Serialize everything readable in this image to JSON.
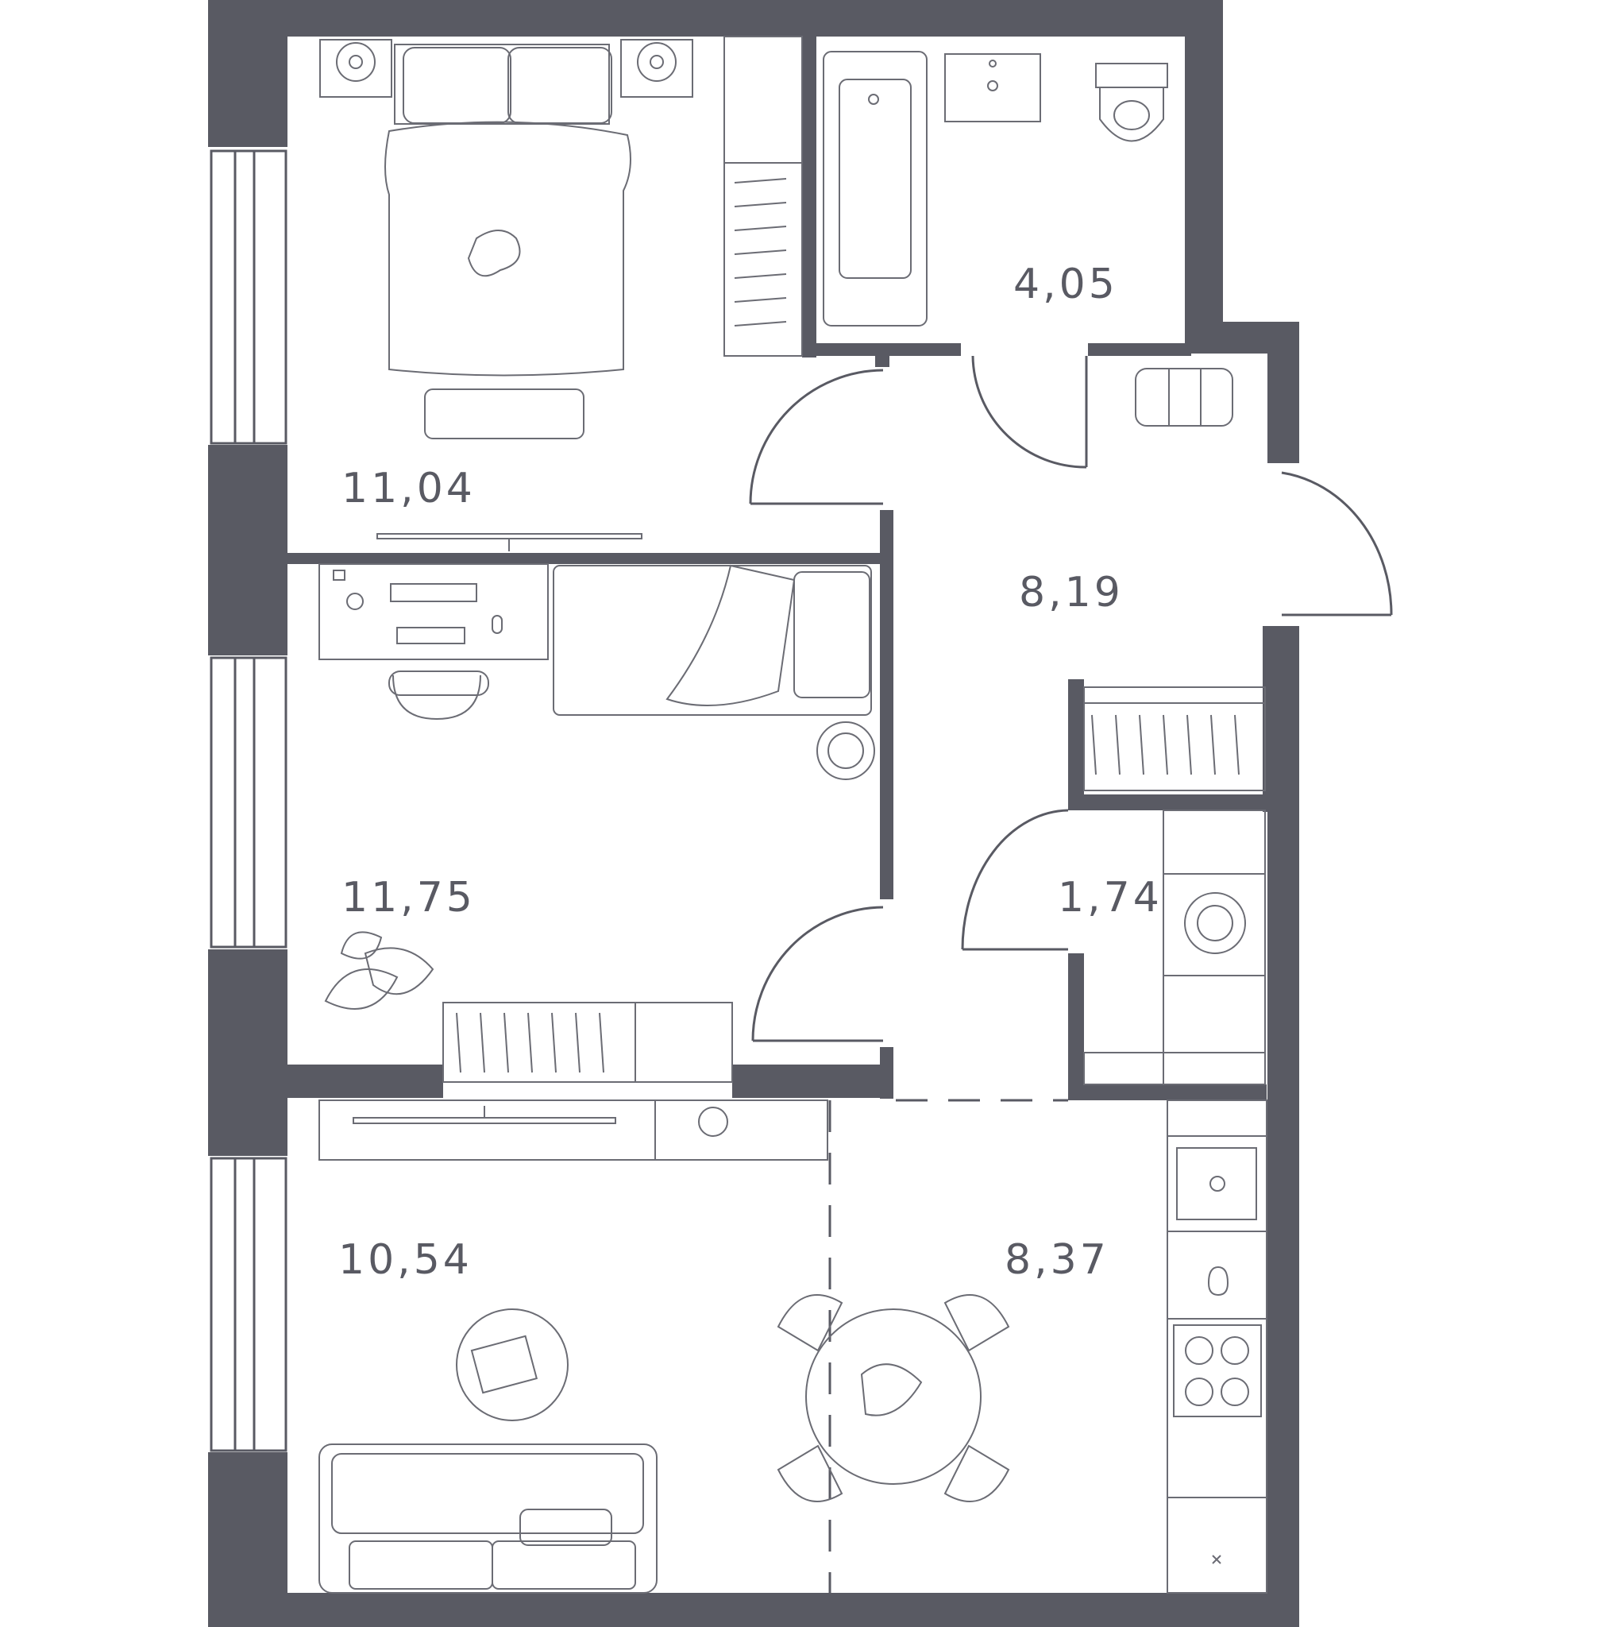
{
  "colors": {
    "wall": "#595a63",
    "furniture": "#6b6c74",
    "background": "#ffffff"
  },
  "rooms": {
    "bedroom_large": {
      "area": "11,04"
    },
    "bathroom": {
      "area": "4,05"
    },
    "hallway": {
      "area": "8,19"
    },
    "bedroom_small": {
      "area": "11,75"
    },
    "storage": {
      "area": "1,74"
    },
    "living_room": {
      "area": "10,54"
    },
    "kitchen": {
      "area": "8,37"
    }
  }
}
